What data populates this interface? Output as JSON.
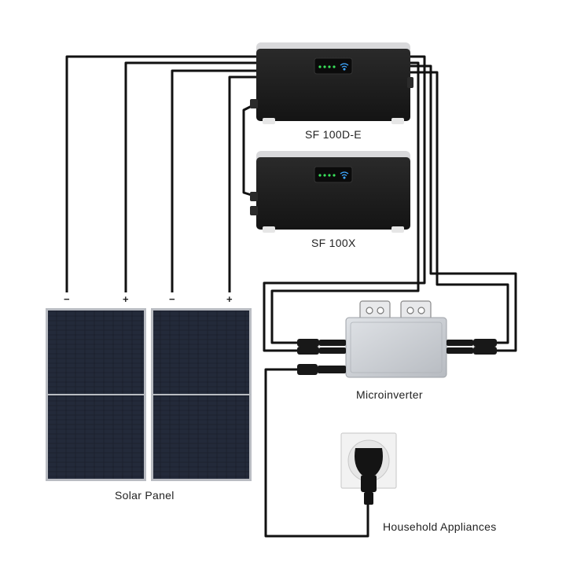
{
  "labels": {
    "battery_top": "SF 100D-E",
    "battery_bottom": "SF 100X",
    "microinverter": "Microinverter",
    "solar_panel": "Solar Panel",
    "household": "Household Appliances"
  },
  "polarity": {
    "p1_neg": "−",
    "p1_pos": "+",
    "p2_neg": "−",
    "p2_pos": "+"
  },
  "colors": {
    "wire": "#111111",
    "battery_body": "#1c1c1c",
    "battery_lid": "#d9d9db",
    "led": "#39e05a",
    "wifi": "#3ea7ff",
    "inverter": "#c9ccd1",
    "panel_cell": "#1d2230",
    "panel_frame": "#b9bcc2",
    "outlet": "#eeeeee",
    "plug": "#141414"
  },
  "icons": {
    "battery_status": "wifi-icon",
    "socket": "socket-icon",
    "plug": "plug-icon"
  }
}
